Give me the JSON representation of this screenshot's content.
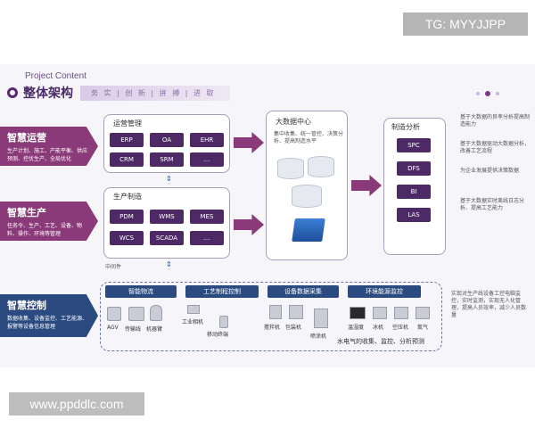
{
  "watermark_top": "TG: MYYJJPP",
  "watermark_bottom": "www.ppddlc.com",
  "header": {
    "subtitle": "Project Content",
    "title": "整体架构",
    "tagline": "务 实 | 创 新 | 拼 搏 | 进 取"
  },
  "left_labels": [
    {
      "title": "智慧运营",
      "desc": "生产计划、施工、产能平衡、供应预测、控优生产、全局优化"
    },
    {
      "title": "智慧生产",
      "desc": "任务令、生产、工艺、设备、物料、操作、环境等管理"
    },
    {
      "title": "智慧控制",
      "desc": "数据收集、设备监控、工艺能源、报警等设备信息管理"
    }
  ],
  "ops": {
    "title": "运营管理",
    "items": [
      "ERP",
      "OA",
      "EHR",
      "CRM",
      "SRM",
      "..."
    ]
  },
  "prod": {
    "title": "生产制造",
    "items": [
      "PDM",
      "WMS",
      "MES",
      "WCS",
      "SCADA",
      "..."
    ]
  },
  "middleware": "中间件",
  "bigdata": {
    "title": "大数据中心",
    "desc": "集中收集、统一管控、决策分析、提高制造水平"
  },
  "analysis": {
    "title": "制造分析",
    "items": [
      "SPC",
      "DFS",
      "BI",
      "LAS"
    ],
    "notes": [
      "基于大数据的良率分析提高制造能力",
      "基于大数据驱动大数据分析，改善工艺流程",
      "为企业发展提供决策数据",
      "基于大数据实时离线日志分析、提高工艺能力"
    ]
  },
  "control": {
    "categories": [
      "智能物流",
      "工艺制程控制",
      "设备数据采集",
      "环境能源监控"
    ],
    "devices": [
      "AGV",
      "传输线",
      "机器臂",
      "工业相机",
      "移动终端",
      "搅拌机",
      "包装机",
      "喷涂机",
      "温湿度",
      "冰机",
      "空压机",
      "氮气"
    ],
    "footer": "水电气的收集、监控、分析预测",
    "note": "实现对生产线设备工控电脑监控，实时监测，实现无人化管理，提高人员效率，减少人员数量"
  }
}
